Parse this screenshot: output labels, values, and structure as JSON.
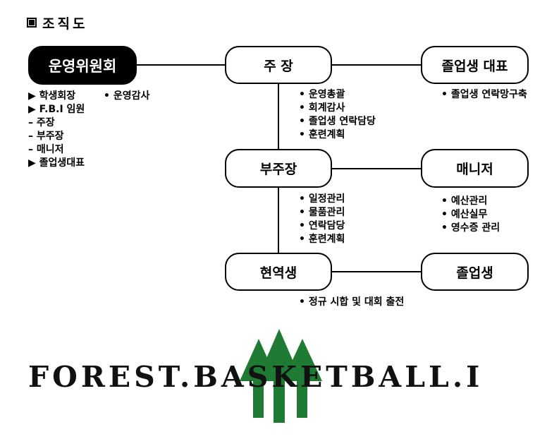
{
  "title": "조직도",
  "nodes": {
    "committee": "운영위원회",
    "captain": "주 장",
    "grad_rep": "졸업생 대표",
    "vice_captain": "부주장",
    "manager": "매니저",
    "active": "현역생",
    "graduates": "졸업생"
  },
  "committee_list": [
    "▶ 학생회장",
    "▶ F.B.I 임원",
    " – 주장",
    " – 부주장",
    " – 매니저",
    "▶ 졸업생대표"
  ],
  "committee_side": "• 운영감사",
  "captain_duties": [
    "• 운영총괄",
    "• 회계감사",
    "• 졸업생 연락담당",
    "• 훈련계획"
  ],
  "grad_rep_duties": [
    "• 졸업생 연락망구축"
  ],
  "vice_duties": [
    "• 일정관리",
    "• 물품관리",
    "• 연락담당",
    "• 훈련계획"
  ],
  "manager_duties": [
    "• 예산관리",
    "• 예산실무",
    "• 영수증 관리"
  ],
  "active_duties": [
    "• 정규 시합 및 대회 출전"
  ],
  "logo": {
    "text": "FOREST.BASKETBALL.I"
  },
  "colors": {
    "tree": "#1f7a33",
    "ink": "#000000"
  }
}
